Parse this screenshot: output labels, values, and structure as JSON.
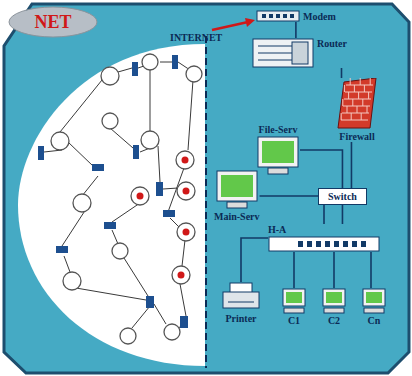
{
  "diagram": {
    "nodes": [
      {
        "text": [
          "NET"
        ]
      },
      {
        "text": [
          "Modem"
        ]
      },
      {
        "text": [
          "Router"
        ]
      },
      {
        "text": [
          "Firewall"
        ]
      },
      {
        "text": [
          "File-Serv"
        ]
      },
      {
        "text": [
          "Switch"
        ]
      },
      {
        "text": [
          "Main-Serv"
        ]
      },
      {
        "text": [
          "H-A"
        ]
      },
      {
        "text": [
          "Printer"
        ]
      },
      {
        "text": [
          "C1"
        ]
      },
      {
        "text": [
          "C2"
        ]
      },
      {
        "text": [
          "Cn"
        ]
      }
    ],
    "edges": [
      {
        "from": 1,
        "to": 2,
        "arrow": "none"
      },
      {
        "from": 2,
        "to": 3,
        "arrow": "none"
      },
      {
        "from": 3,
        "to": 5,
        "arrow": "none"
      },
      {
        "from": 4,
        "to": 5,
        "arrow": "none"
      },
      {
        "from": 5,
        "to": 7,
        "arrow": "none"
      },
      {
        "from": 6,
        "to": 7,
        "arrow": "none"
      },
      {
        "from": 7,
        "to": 8,
        "arrow": "none"
      },
      {
        "from": 7,
        "to": 9,
        "arrow": "none"
      },
      {
        "from": 7,
        "to": 10,
        "arrow": "none"
      },
      {
        "from": 7,
        "to": 11,
        "arrow": "none"
      }
    ],
    "labels": [
      "INTERNET"
    ]
  }
}
